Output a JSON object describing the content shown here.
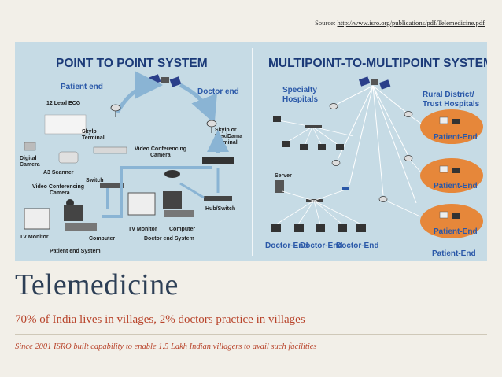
{
  "source": {
    "prefix": "Source: ",
    "link": "http://www.isro.org/publications/pdf/Telemedicine.pdf"
  },
  "diagram": {
    "left_title": "POINT TO POINT SYSTEM",
    "right_title": "MULTIPOINT-TO-MULTIPOINT SYSTEM",
    "patient_end": "Patient end",
    "doctor_end": "Doctor end",
    "labels": {
      "ecg": "12 Lead ECG",
      "skylp1": "Skylp",
      "skylp2": "Terminal",
      "digicam1": "Digital",
      "digicam2": "Camera",
      "scanner": "A3 Scanner",
      "switch": "Switch",
      "vcc_left1": "Video Conferencing",
      "vcc_left2": "Camera",
      "vcc_mid1": "Video Conferencing",
      "vcc_mid2": "Camera",
      "skylp_flexi1": "Skylp or",
      "skylp_flexi2": "FlexiDama",
      "skylp_flexi3": "Terminal",
      "tv_left": "TV Monitor",
      "computer_left": "Computer",
      "patient_system": "Patient end System",
      "tv_mid": "TV Monitor",
      "computer_mid": "Computer",
      "hub": "Hub/Switch",
      "doctor_system": "Doctor end System"
    },
    "specialty1": "Specialty",
    "specialty2": "Hospitals",
    "rural1": "Rural District/",
    "rural2": "Trust Hospitals",
    "server": "Server",
    "doctor_ends": [
      "Doctor-End",
      "Doctor-End",
      "Doctor-End"
    ],
    "patient_ends": [
      "Patient-End",
      "Patient-End",
      "Patient-End"
    ]
  },
  "title": "Telemedicine",
  "subtitle": "70% of India lives in villages, 2% doctors practice in villages",
  "note": "Since 2001 ISRO built capability to enable 1.5 Lakh Indian villagers to avail such facilities",
  "colors": {
    "title": "#2d3f56",
    "accent": "#b8432a",
    "figure_bg": "#c6dbe5",
    "header_dark": "#1b3a78",
    "label_blue": "#2a58a8",
    "rural_orange": "#e6873a",
    "arrow_blue": "#8ab4d4"
  }
}
